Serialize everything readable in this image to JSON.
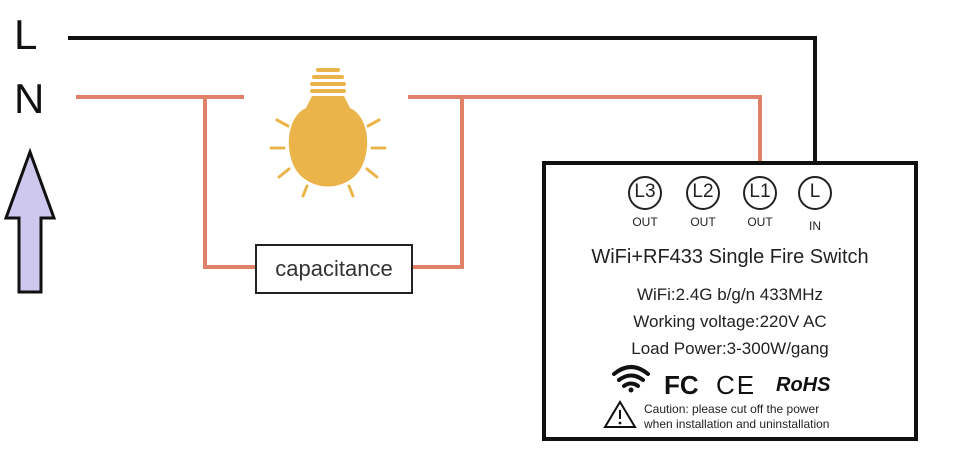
{
  "lines": {
    "live": "L",
    "neutral": "N"
  },
  "capacitor": {
    "label": "capacitance"
  },
  "terminals": [
    {
      "name": "L3",
      "sub": "OUT"
    },
    {
      "name": "L2",
      "sub": "OUT"
    },
    {
      "name": "L1",
      "sub": "OUT"
    },
    {
      "name": "L",
      "sub": "IN"
    }
  ],
  "device": {
    "title": "WiFi+RF433 Single Fire Switch",
    "spec1": "WiFi:2.4G b/g/n 433MHz",
    "spec2": "Working voltage:220V AC",
    "spec3": "Load Power:3-300W/gang",
    "cert_fc": "FC",
    "cert_ce": "CE",
    "cert_rohs": "RoHS",
    "caution_line1": "Caution: please cut off the power",
    "caution_line2": "when installation and uninstallation"
  },
  "colors": {
    "live_wire": "#111111",
    "neutral_wire": "#e0826a",
    "bulb": "#eab44b",
    "arrow_fill": "#cfc8ee"
  },
  "icons": [
    "wifi-icon",
    "warning-icon",
    "light-bulb-icon",
    "up-arrow-icon"
  ]
}
